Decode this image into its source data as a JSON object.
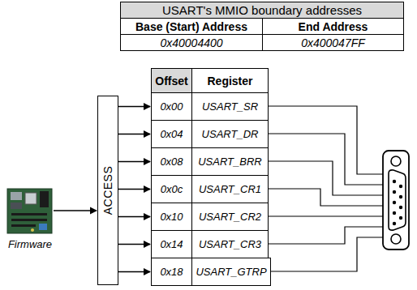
{
  "diagram": {
    "nodes": [
      {
        "text": [
          "ACCESS"
        ]
      },
      {
        "text": [
          "Offset"
        ]
      },
      {
        "text": [
          "Register"
        ]
      },
      {
        "text": [
          "0x00"
        ]
      },
      {
        "text": [
          "USART_SR"
        ]
      },
      {
        "text": [
          "0x04"
        ]
      },
      {
        "text": [
          "USART_DR"
        ]
      },
      {
        "text": [
          "0x08"
        ]
      },
      {
        "text": [
          "USART_BRR"
        ]
      },
      {
        "text": [
          "0x0c"
        ]
      },
      {
        "text": [
          "USART_CR1"
        ]
      },
      {
        "text": [
          "0x10"
        ]
      },
      {
        "text": [
          "USART_CR2"
        ]
      },
      {
        "text": [
          "0x14"
        ]
      },
      {
        "text": [
          "USART_CR3"
        ]
      },
      {
        "text": [
          "0x18"
        ]
      },
      {
        "text": [
          "USART_GTRP"
        ]
      }
    ],
    "edges": [
      {
        "from": 0,
        "to": 3,
        "arrow": "to"
      },
      {
        "from": 0,
        "to": 5,
        "arrow": "to"
      },
      {
        "from": 0,
        "to": 7,
        "arrow": "to"
      },
      {
        "from": 0,
        "to": 9,
        "arrow": "to"
      },
      {
        "from": 0,
        "to": 11,
        "arrow": "to"
      },
      {
        "from": 0,
        "to": 13,
        "arrow": "to"
      },
      {
        "from": 0,
        "to": 15,
        "arrow": "to"
      }
    ],
    "labels": [
      "USART's MMIO boundary addresses",
      "Base (Start) Address",
      "End Address",
      "0x40004400",
      "0x400047FF",
      "Firmware"
    ]
  }
}
